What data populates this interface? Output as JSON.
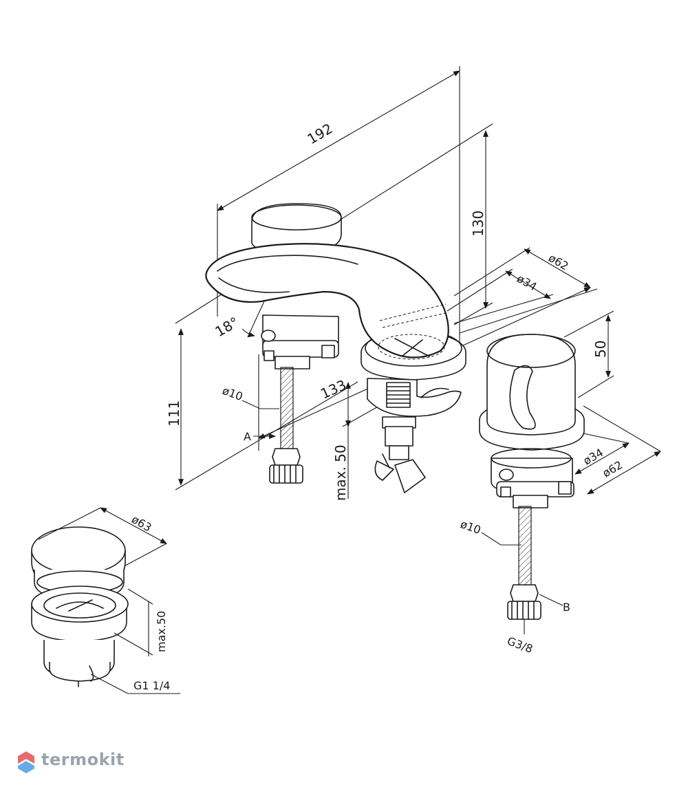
{
  "dimensions": {
    "width_total": "192",
    "height_body": "111",
    "height_spout": "130",
    "spacing": "133",
    "base_diameter_top": "ø62",
    "thread_diameter_top": "ø34",
    "handle_height": "50",
    "base_diameter_right": "ø62",
    "thread_diameter_right": "ø34",
    "spout_angle": "18°",
    "hose_diameter_left": "ø10",
    "hose_diameter_right": "ø10",
    "max_thickness": "max. 50",
    "drain_diameter": "ø63",
    "drain_max": "max.50",
    "drain_thread": "G1 1/4",
    "hose_thread": "G3/8"
  },
  "callouts": {
    "point_a": "A",
    "point_b": "B"
  },
  "watermark": {
    "text": "termokit",
    "colors": {
      "top": "#e86a6a",
      "bottom": "#6aa9e8",
      "text": "#9aa3ab"
    }
  }
}
